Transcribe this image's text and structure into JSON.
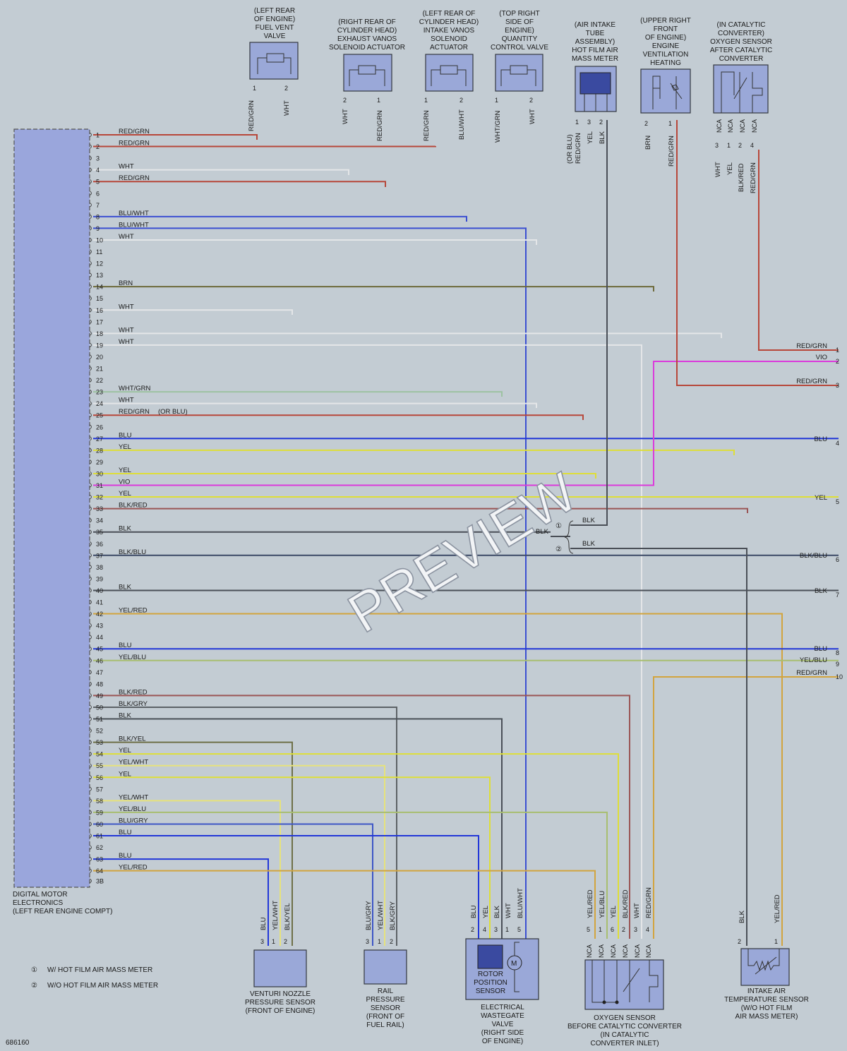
{
  "ecu": {
    "label_lines": [
      "DIGITAL MOTOR",
      "ELECTRONICS",
      "(LEFT REAR ENGINE COMPT)"
    ],
    "pin_labels": [
      "1",
      "2",
      "3",
      "4",
      "5",
      "6",
      "7",
      "8",
      "9",
      "10",
      "11",
      "12",
      "13",
      "14",
      "15",
      "16",
      "17",
      "18",
      "19",
      "20",
      "21",
      "22",
      "23",
      "24",
      "25",
      "26",
      "27",
      "28",
      "29",
      "30",
      "31",
      "32",
      "33",
      "34",
      "35",
      "36",
      "37",
      "38",
      "39",
      "40",
      "41",
      "42",
      "43",
      "44",
      "45",
      "46",
      "47",
      "48",
      "49",
      "50",
      "51",
      "52",
      "53",
      "54",
      "55",
      "56",
      "57",
      "58",
      "59",
      "60",
      "61",
      "62",
      "63",
      "64",
      "3B"
    ]
  },
  "colors": {
    "RED/GRN": "#b7473a",
    "WHT": "#e4e6e8",
    "BLU/WHT": "#3b4fd2",
    "BRN": "#6e6a3c",
    "WHT/GRN": "#9dc2a2",
    "BLU": "#2237d8",
    "YEL": "#dede38",
    "VIO": "#db3adb",
    "BLK/RED": "#9a5555",
    "BLK": "#4a4f57",
    "BLK/BLU": "#3c4a66",
    "YEL/RED": "#d2a43e",
    "YEL/BLU": "#a8be70",
    "BLK/GRY": "#5c6266",
    "BLK/YEL": "#6e7048",
    "YEL/WHT": "#e6e27c",
    "BLU/GRY": "#3e56c6",
    "ECU": "#9aa6dc",
    "background": "#c3ccd3"
  },
  "ecu_wires": [
    {
      "pin": "1",
      "color": "RED/GRN"
    },
    {
      "pin": "2",
      "color": "RED/GRN"
    },
    {
      "pin": "4",
      "color": "WHT"
    },
    {
      "pin": "5",
      "color": "RED/GRN"
    },
    {
      "pin": "8",
      "color": "BLU/WHT"
    },
    {
      "pin": "9",
      "color": "BLU/WHT"
    },
    {
      "pin": "10",
      "color": "WHT"
    },
    {
      "pin": "14",
      "color": "BRN"
    },
    {
      "pin": "16",
      "color": "WHT"
    },
    {
      "pin": "18",
      "color": "WHT"
    },
    {
      "pin": "19",
      "color": "WHT"
    },
    {
      "pin": "23",
      "color": "WHT/GRN"
    },
    {
      "pin": "24",
      "color": "WHT"
    },
    {
      "pin": "25",
      "color": "RED/GRN",
      "note": "(OR BLU)"
    },
    {
      "pin": "27",
      "color": "BLU"
    },
    {
      "pin": "28",
      "color": "YEL"
    },
    {
      "pin": "30",
      "color": "YEL"
    },
    {
      "pin": "31",
      "color": "VIO"
    },
    {
      "pin": "32",
      "color": "YEL"
    },
    {
      "pin": "33",
      "color": "BLK/RED"
    },
    {
      "pin": "35",
      "color": "BLK"
    },
    {
      "pin": "37",
      "color": "BLK/BLU"
    },
    {
      "pin": "40",
      "color": "BLK"
    },
    {
      "pin": "42",
      "color": "YEL/RED"
    },
    {
      "pin": "45",
      "color": "BLU"
    },
    {
      "pin": "46",
      "color": "YEL/BLU"
    },
    {
      "pin": "49",
      "color": "BLK/RED"
    },
    {
      "pin": "50",
      "color": "BLK/GRY"
    },
    {
      "pin": "51",
      "color": "BLK"
    },
    {
      "pin": "53",
      "color": "BLK/YEL"
    },
    {
      "pin": "54",
      "color": "YEL"
    },
    {
      "pin": "55",
      "color": "YEL/WHT"
    },
    {
      "pin": "56",
      "color": "YEL"
    },
    {
      "pin": "58",
      "color": "YEL/WHT"
    },
    {
      "pin": "59",
      "color": "YEL/BLU"
    },
    {
      "pin": "60",
      "color": "BLU/GRY"
    },
    {
      "pin": "61",
      "color": "BLU"
    },
    {
      "pin": "63",
      "color": "BLU"
    },
    {
      "pin": "64",
      "color": "YEL/RED"
    }
  ],
  "off_page": [
    {
      "num": "1",
      "color": "RED/GRN"
    },
    {
      "num": "2",
      "color": "VIO"
    },
    {
      "num": "3",
      "color": "RED/GRN"
    },
    {
      "num": "4",
      "color": "BLU"
    },
    {
      "num": "5",
      "color": "YEL"
    },
    {
      "num": "6",
      "color": "BLK/BLU"
    },
    {
      "num": "7",
      "color": "BLK"
    },
    {
      "num": "8",
      "color": "BLU"
    },
    {
      "num": "9",
      "color": "YEL/BLU"
    },
    {
      "num": "10",
      "color": "RED/GRN"
    }
  ],
  "top_components": [
    {
      "label_lines": [
        "(LEFT REAR",
        "OF ENGINE)",
        "FUEL VENT",
        "VALVE"
      ],
      "pins": [
        {
          "num": "1",
          "color": "RED/GRN"
        },
        {
          "num": "2",
          "color": "WHT"
        }
      ]
    },
    {
      "label_lines": [
        "(RIGHT REAR OF",
        "CYLINDER HEAD)",
        "EXHAUST VANOS",
        "SOLENOID ACTUATOR"
      ],
      "pins": [
        {
          "num": "2",
          "color": "WHT"
        },
        {
          "num": "1",
          "color": "RED/GRN"
        }
      ]
    },
    {
      "label_lines": [
        "(LEFT REAR OF",
        "CYLINDER HEAD)",
        "INTAKE VANOS",
        "SOLENOID",
        "ACTUATOR"
      ],
      "pins": [
        {
          "num": "1",
          "color": "RED/GRN"
        },
        {
          "num": "2",
          "color": "BLU/WHT"
        }
      ]
    },
    {
      "label_lines": [
        "(TOP RIGHT",
        "SIDE OF",
        "ENGINE)",
        "QUANTITY",
        "CONTROL VALVE"
      ],
      "pins": [
        {
          "num": "1",
          "color": "WHT/GRN"
        },
        {
          "num": "2",
          "color": "WHT"
        }
      ]
    },
    {
      "label_lines": [
        "(AIR INTAKE",
        "TUBE",
        "ASSEMBLY)",
        "HOT FILM AIR",
        "MASS METER"
      ],
      "pins": [
        {
          "num": "1",
          "color": "RED/GRN",
          "note": "(OR BLU)"
        },
        {
          "num": "3",
          "color": "YEL"
        },
        {
          "num": "2",
          "color": "BLK"
        }
      ]
    },
    {
      "label_lines": [
        "(UPPER RIGHT",
        "FRONT",
        "OF ENGINE)",
        "ENGINE",
        "VENTILATION",
        "HEATING"
      ],
      "pins": [
        {
          "num": "2",
          "color": "BRN"
        },
        {
          "num": "1",
          "color": "RED/GRN"
        }
      ]
    },
    {
      "label_lines": [
        "(IN CATALYTIC",
        "CONVERTER)",
        "OXYGEN SENSOR",
        "AFTER CATALYTIC",
        "CONVERTER"
      ],
      "pins": [
        {
          "num": "3",
          "color": "WHT"
        },
        {
          "num": "1",
          "color": "YEL"
        },
        {
          "num": "2",
          "color": "BLK/RED"
        },
        {
          "num": "4",
          "color": "RED/GRN"
        }
      ],
      "nca": "NCA"
    }
  ],
  "bottom_components": [
    {
      "label_lines": [
        "VENTURI NOZZLE",
        "PRESSURE SENSOR",
        "(FRONT OF ENGINE)"
      ],
      "pins": [
        {
          "num": "3",
          "color": "BLU"
        },
        {
          "num": "1",
          "color": "YEL/WHT"
        },
        {
          "num": "2",
          "color": "BLK/YEL"
        }
      ]
    },
    {
      "label_lines": [
        "RAIL",
        "PRESSURE",
        "SENSOR",
        "(FRONT OF",
        "FUEL RAIL)"
      ],
      "pins": [
        {
          "num": "3",
          "color": "BLU/GRY"
        },
        {
          "num": "1",
          "color": "YEL/WHT"
        },
        {
          "num": "2",
          "color": "BLK/GRY"
        }
      ]
    },
    {
      "label_lines": [
        "ELECTRICAL",
        "WASTEGATE",
        "VALVE",
        "(RIGHT SIDE",
        "OF ENGINE)"
      ],
      "inner_lines": [
        "ROTOR",
        "POSITION",
        "SENSOR"
      ],
      "motor": "M",
      "pins": [
        {
          "num": "2",
          "color": "BLU"
        },
        {
          "num": "4",
          "color": "YEL"
        },
        {
          "num": "3",
          "color": "BLK"
        },
        {
          "num": "1",
          "color": "WHT"
        },
        {
          "num": "5",
          "color": "BLU/WHT"
        }
      ]
    },
    {
      "label_lines": [
        "OXYGEN SENSOR",
        "BEFORE CATALYTIC CONVERTER",
        "(IN CATALYTIC",
        "CONVERTER INLET)"
      ],
      "nca": "NCA",
      "pins": [
        {
          "num": "5",
          "color": "YEL/RED"
        },
        {
          "num": "1",
          "color": "YEL/BLU"
        },
        {
          "num": "6",
          "color": "YEL"
        },
        {
          "num": "2",
          "color": "BLK/RED"
        },
        {
          "num": "3",
          "color": "WHT"
        },
        {
          "num": "4",
          "color": "RED/GRN"
        }
      ]
    },
    {
      "label_lines": [
        "INTAKE AIR",
        "TEMPERATURE SENSOR",
        "(W/O HOT FILM",
        "AIR MASS METER)"
      ],
      "pins": [
        {
          "num": "2",
          "color": "BLK"
        },
        {
          "num": "1",
          "color": "YEL/RED"
        }
      ]
    }
  ],
  "splice": {
    "in_label": "BLK",
    "branch1": "BLK",
    "branch2": "BLK",
    "mark1": "①",
    "mark2": "②"
  },
  "legend": [
    {
      "mark": "①",
      "text": "W/ HOT FILM AIR MASS METER"
    },
    {
      "mark": "②",
      "text": "W/O HOT FILM AIR MASS METER"
    }
  ],
  "diagram_id": "686160",
  "watermark": "PREVIEW"
}
